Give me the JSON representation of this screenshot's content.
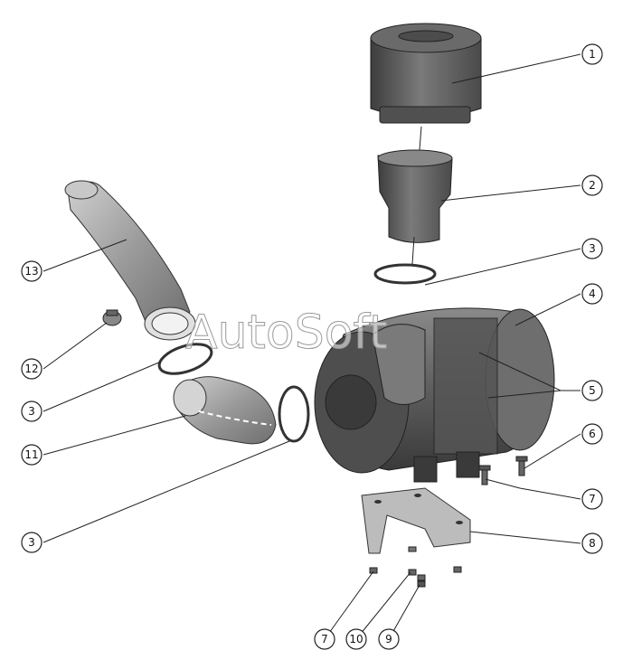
{
  "watermark": "AutoSoft",
  "callouts": [
    {
      "label": "1"
    },
    {
      "label": "2"
    },
    {
      "label": "3"
    },
    {
      "label": "4"
    },
    {
      "label": "5"
    },
    {
      "label": "6"
    },
    {
      "label": "7"
    },
    {
      "label": "8"
    },
    {
      "label": "3"
    },
    {
      "label": "13"
    },
    {
      "label": "12"
    },
    {
      "label": "3"
    },
    {
      "label": "11"
    },
    {
      "label": "3"
    },
    {
      "label": "7"
    },
    {
      "label": "10"
    },
    {
      "label": "9"
    }
  ]
}
